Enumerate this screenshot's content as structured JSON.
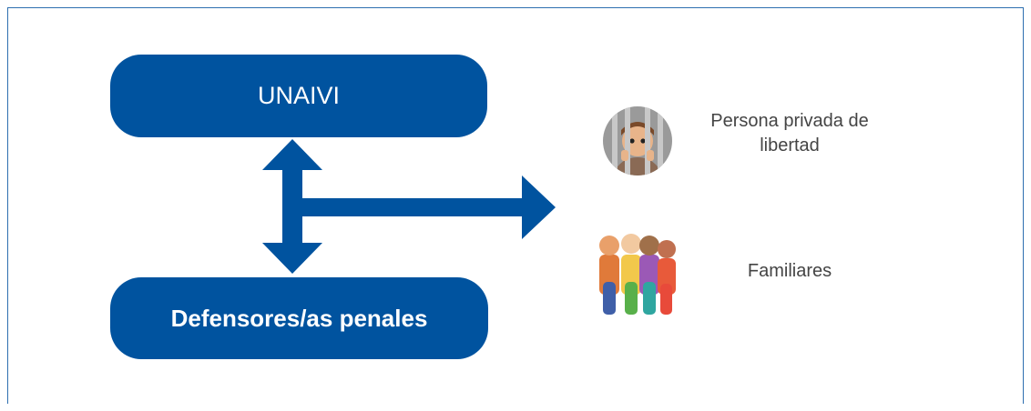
{
  "nodes": {
    "unaivi": "UNAIVI",
    "defensores": "Defensores/as penales",
    "persona": "Persona privada de libertad",
    "familiares": "Familiares"
  },
  "colors": {
    "primary": "#00539f",
    "text": "#444444",
    "frame": "#2d6fb0"
  },
  "icons": {
    "persona": "prisoner-behind-bars-icon",
    "familiares": "family-group-icon"
  }
}
